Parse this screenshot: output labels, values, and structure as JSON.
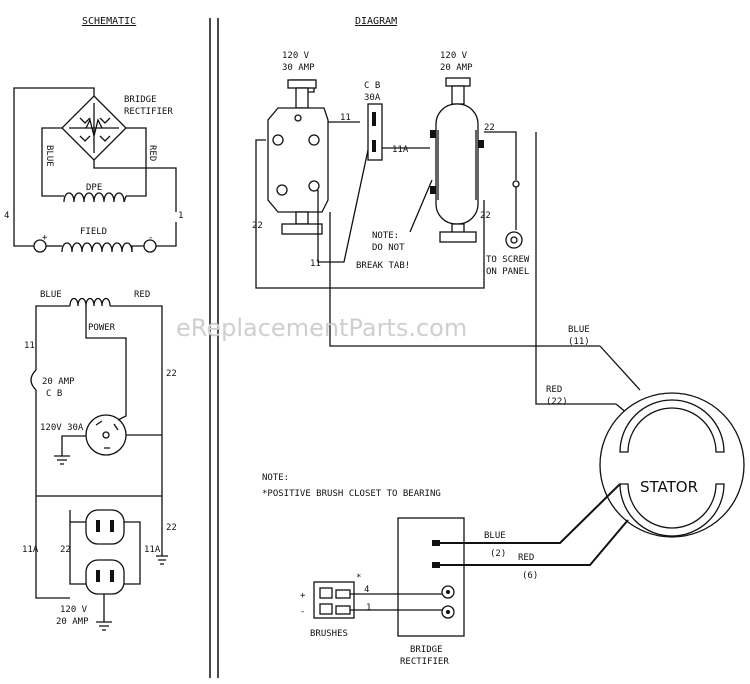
{
  "headers": {
    "schematic": "SCHEMATIC",
    "diagram": "DIAGRAM"
  },
  "schematic": {
    "bridge_rectifier": [
      "BRIDGE",
      "RECTIFIER"
    ],
    "blue": "BLUE",
    "red": "RED",
    "dpe": "DPE",
    "field": "FIELD",
    "plus": "+",
    "minus": "-",
    "wire_4": "4",
    "wire_1": "1",
    "power_blue": "BLUE",
    "power_red": "RED",
    "power": "POWER",
    "wire_11": "11",
    "cb_20": [
      "20 AMP",
      "C B"
    ],
    "wire_22_a": "22",
    "recept_30": "120V 30A",
    "wire_22_b": "22",
    "wire_11a_l": "11A",
    "wire_22_c": "22",
    "wire_11a_r": "11A",
    "recept_20": [
      "120 V",
      "20 AMP"
    ]
  },
  "diagram": {
    "recept_30": [
      "120 V",
      "30 AMP"
    ],
    "cb": [
      "C B",
      "30A"
    ],
    "recept_20": [
      "120 V",
      "20 AMP"
    ],
    "wire_11_a": "11",
    "wire_11a": "11A",
    "wire_22_r": "22",
    "wire_22_l": "22",
    "wire_11_b": "11",
    "wire_22_c": "22",
    "note": [
      "NOTE:",
      "DO NOT",
      "BREAK TAB!"
    ],
    "screw": [
      "TO SCREW",
      "ON PANEL"
    ],
    "blue": "BLUE",
    "blue_num": "(11)",
    "red": "RED",
    "red_num": "(22)",
    "stator": "STATOR",
    "note2": [
      "NOTE:",
      "*POSITIVE BRUSH CLOSET TO BEARING"
    ],
    "blue2": "BLUE",
    "blue2_num": "(2)",
    "red2": "RED",
    "red2_num": "(6)",
    "star": "*",
    "plus": "+",
    "minus": "-",
    "b4": "4",
    "b1": "1",
    "brushes": "BRUSHES",
    "bridge_rectifier": [
      "BRIDGE",
      "RECTIFIER"
    ]
  },
  "watermark": "eReplacementParts.com"
}
